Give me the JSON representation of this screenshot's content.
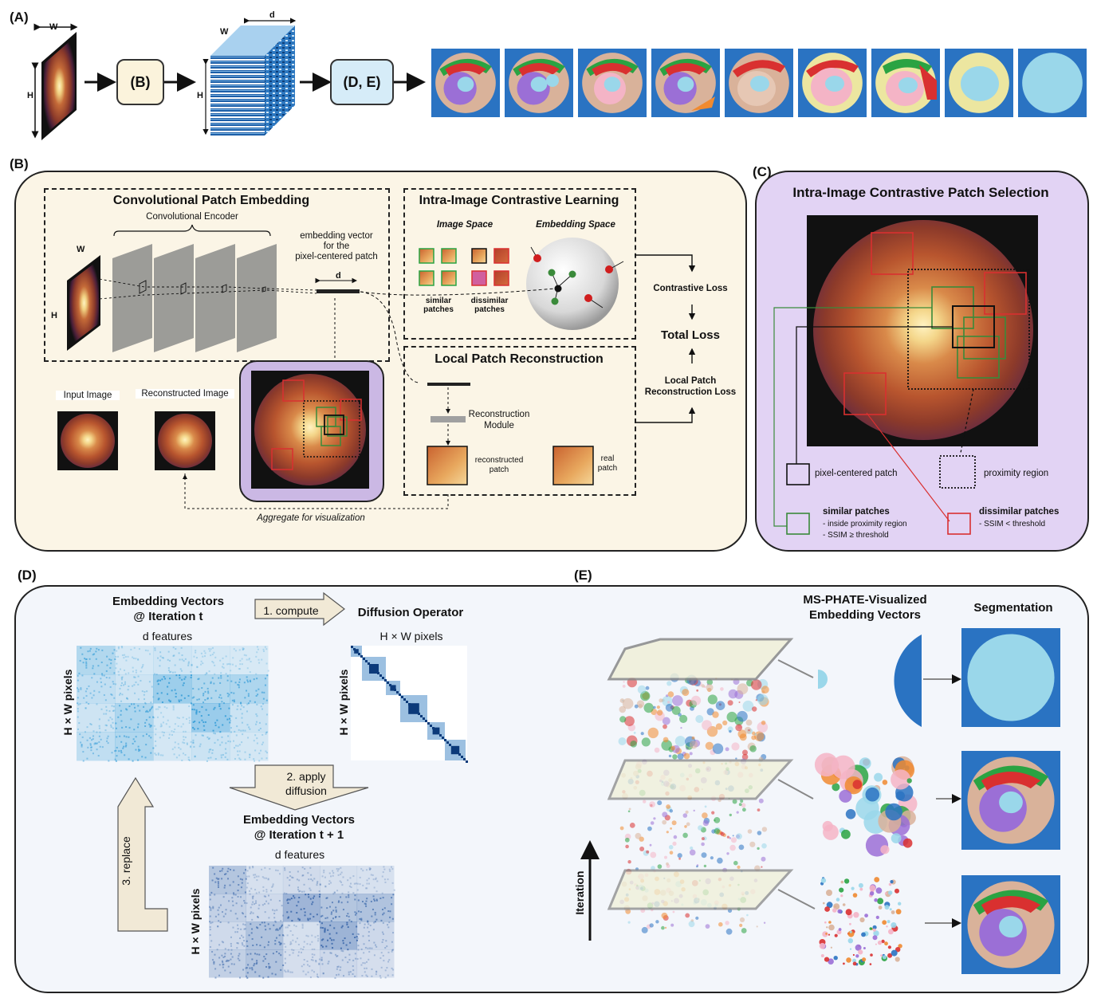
{
  "panel_a": {
    "letter": "(A)",
    "w_label": "W",
    "h_label": "H",
    "d_label": "d",
    "b_box": "(B)",
    "de_box": "(D, E)"
  },
  "panel_b": {
    "letter": "(B)",
    "conv_title": "Convolutional Patch Embedding",
    "conv_encoder": "Convolutional Encoder",
    "w_label": "W",
    "h_label": "H",
    "d_label": "d",
    "embed_vec_1": "embedding vector",
    "embed_vec_2": "for the",
    "embed_vec_3": "pixel-centered patch",
    "contrast_title": "Intra-Image Contrastive Learning",
    "image_space": "Image Space",
    "embedding_space": "Embedding Space",
    "similar_1": "similar",
    "similar_2": "patches",
    "dissimilar_1": "dissimilar",
    "dissimilar_2": "patches",
    "contrastive_loss": "Contrastive Loss",
    "total_loss": "Total Loss",
    "local_loss_1": "Local Patch",
    "local_loss_2": "Reconstruction Loss",
    "recon_title": "Local Patch Reconstruction",
    "recon_module_1": "Reconstruction",
    "recon_module_2": "Module",
    "recon_patch_1": "reconstructed",
    "recon_patch_2": "patch",
    "real_patch_1": "real",
    "real_patch_2": "patch",
    "input_image": "Input Image",
    "reconstructed_image": "Reconstructed Image",
    "aggregate": "Aggregate for visualization"
  },
  "panel_c": {
    "letter": "(C)",
    "title": "Intra-Image Contrastive Patch Selection",
    "pixel_centered": "pixel-centered patch",
    "proximity": "proximity region",
    "similar_title": "similar patches",
    "similar_l1": "- inside proximity region",
    "similar_l2": "- SSIM ≥ threshold",
    "dissimilar_title": "dissimilar patches",
    "dissimilar_l1": "-   SSIM < threshold"
  },
  "panel_d": {
    "letter": "(D)",
    "emb_t_1": "Embedding Vectors",
    "emb_t_2": "@ Iteration t",
    "d_features": "d features",
    "hw_pixels": "H × W pixels",
    "compute": "1. compute",
    "diffusion_operator": "Diffusion Operator",
    "hw_pixels_top": "H × W pixels",
    "apply_1": "2. apply",
    "apply_2": "diffusion",
    "emb_t1_1": "Embedding Vectors",
    "emb_t1_2": "@ Iteration t + 1",
    "d_features_2": "d features",
    "replace": "3. replace",
    "hw_pixels_2": "H × W pixels",
    "hw_pixels_3": "H × W pixels"
  },
  "panel_e": {
    "letter": "(E)",
    "ms_phate_1": "MS-PHATE-Visualized",
    "ms_phate_2": "Embedding Vectors",
    "segmentation": "Segmentation",
    "iteration": "Iteration"
  },
  "colors": {
    "panel_b_bg": "#fbf5e6",
    "panel_c_bg": "#e2d3f4",
    "panel_de_bg": "#f3f6fb",
    "b_box": "#fbf3dc",
    "de_box": "#d6ecf8",
    "seg_blue": "#2a73c2",
    "seg_lightblue": "#9ad7ea",
    "seg_green": "#2aa342",
    "seg_red": "#d93030",
    "seg_purple": "#9b6fd6",
    "seg_pink": "#f4b4c6",
    "seg_tan": "#d9b29a",
    "seg_yellow": "#ece6a0"
  }
}
